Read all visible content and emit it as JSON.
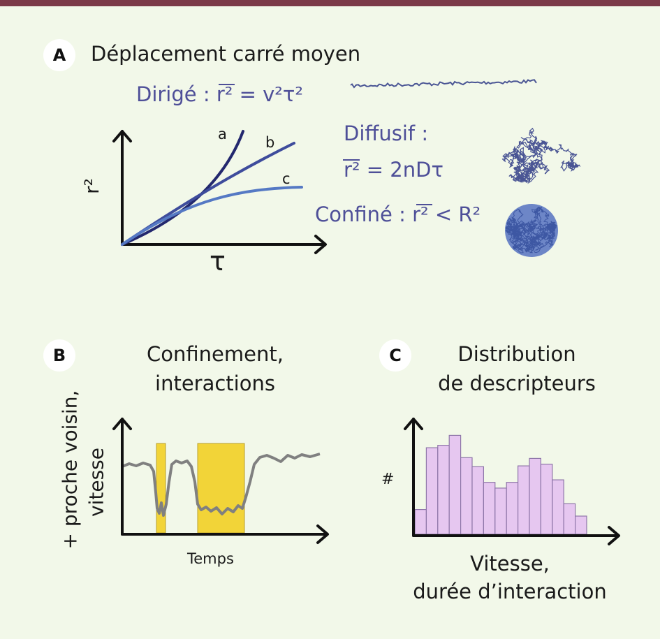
{
  "panelA": {
    "badge": "A",
    "title": "Déplacement carré moyen",
    "directed": "Dirigé : r² = v²τ²",
    "diffusive": [
      "Diffusif :",
      "r² = 2nDτ"
    ],
    "confined": "Confiné : r² < R²",
    "ylabel": "r²",
    "xlabel": "τ",
    "curves": [
      "a",
      "b",
      "c"
    ]
  },
  "panelB": {
    "badge": "B",
    "title": [
      "Confinement,",
      "interactions"
    ],
    "ylabel": [
      "+ proche voisin,",
      "vitesse"
    ],
    "xlabel": "Temps"
  },
  "panelC": {
    "badge": "C",
    "title": [
      "Distribution",
      "de descripteurs"
    ],
    "ylabel": "#",
    "xlabel": [
      "Vitesse,",
      "durée d’interaction"
    ]
  },
  "chart_data": {
    "type": "bar",
    "ylabel": "#",
    "xlabel": "Vitesse, durée d’interaction",
    "values": [
      3,
      10.5,
      10.8,
      12,
      9.3,
      8.2,
      6.3,
      5.6,
      6.3,
      8.3,
      9.2,
      8.5,
      6.6,
      3.7,
      2.2
    ]
  },
  "colors": {
    "topbar": "#7b3a48",
    "background": "#f2f8e9",
    "text_blue": "#4e4f98",
    "curve_a": "#23286e",
    "curve_b": "#3e4c9c",
    "curve_c": "#5579c4",
    "highlight": "#f2d438",
    "trace": "#808080",
    "bar_fill": "#e6c7f0",
    "bar_edge": "#8e76a8"
  }
}
